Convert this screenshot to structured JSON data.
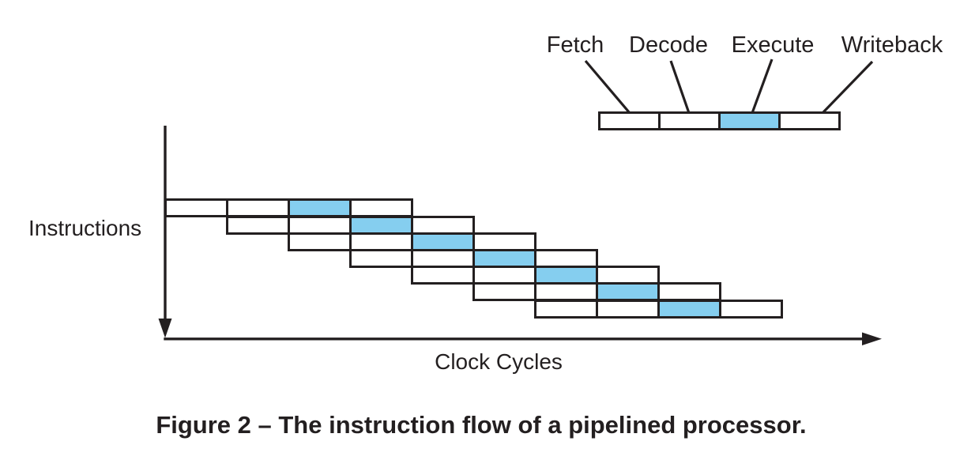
{
  "figure": {
    "caption": "Figure 2 – The instruction flow of a pipelined processor."
  },
  "axes": {
    "y_label": "Instructions",
    "x_label": "Clock Cycles"
  },
  "legend": {
    "stages": [
      "Fetch",
      "Decode",
      "Execute",
      "Writeback"
    ],
    "highlighted_stage": "Execute"
  },
  "pipeline": {
    "instruction_count": 7,
    "stages_per_instruction": 4,
    "highlight_stage_index": 2,
    "stage_offset_per_instruction": 1
  },
  "colors": {
    "line": "#231F20",
    "highlight_fill": "#85CEEF",
    "background": "#FFFFFF"
  }
}
